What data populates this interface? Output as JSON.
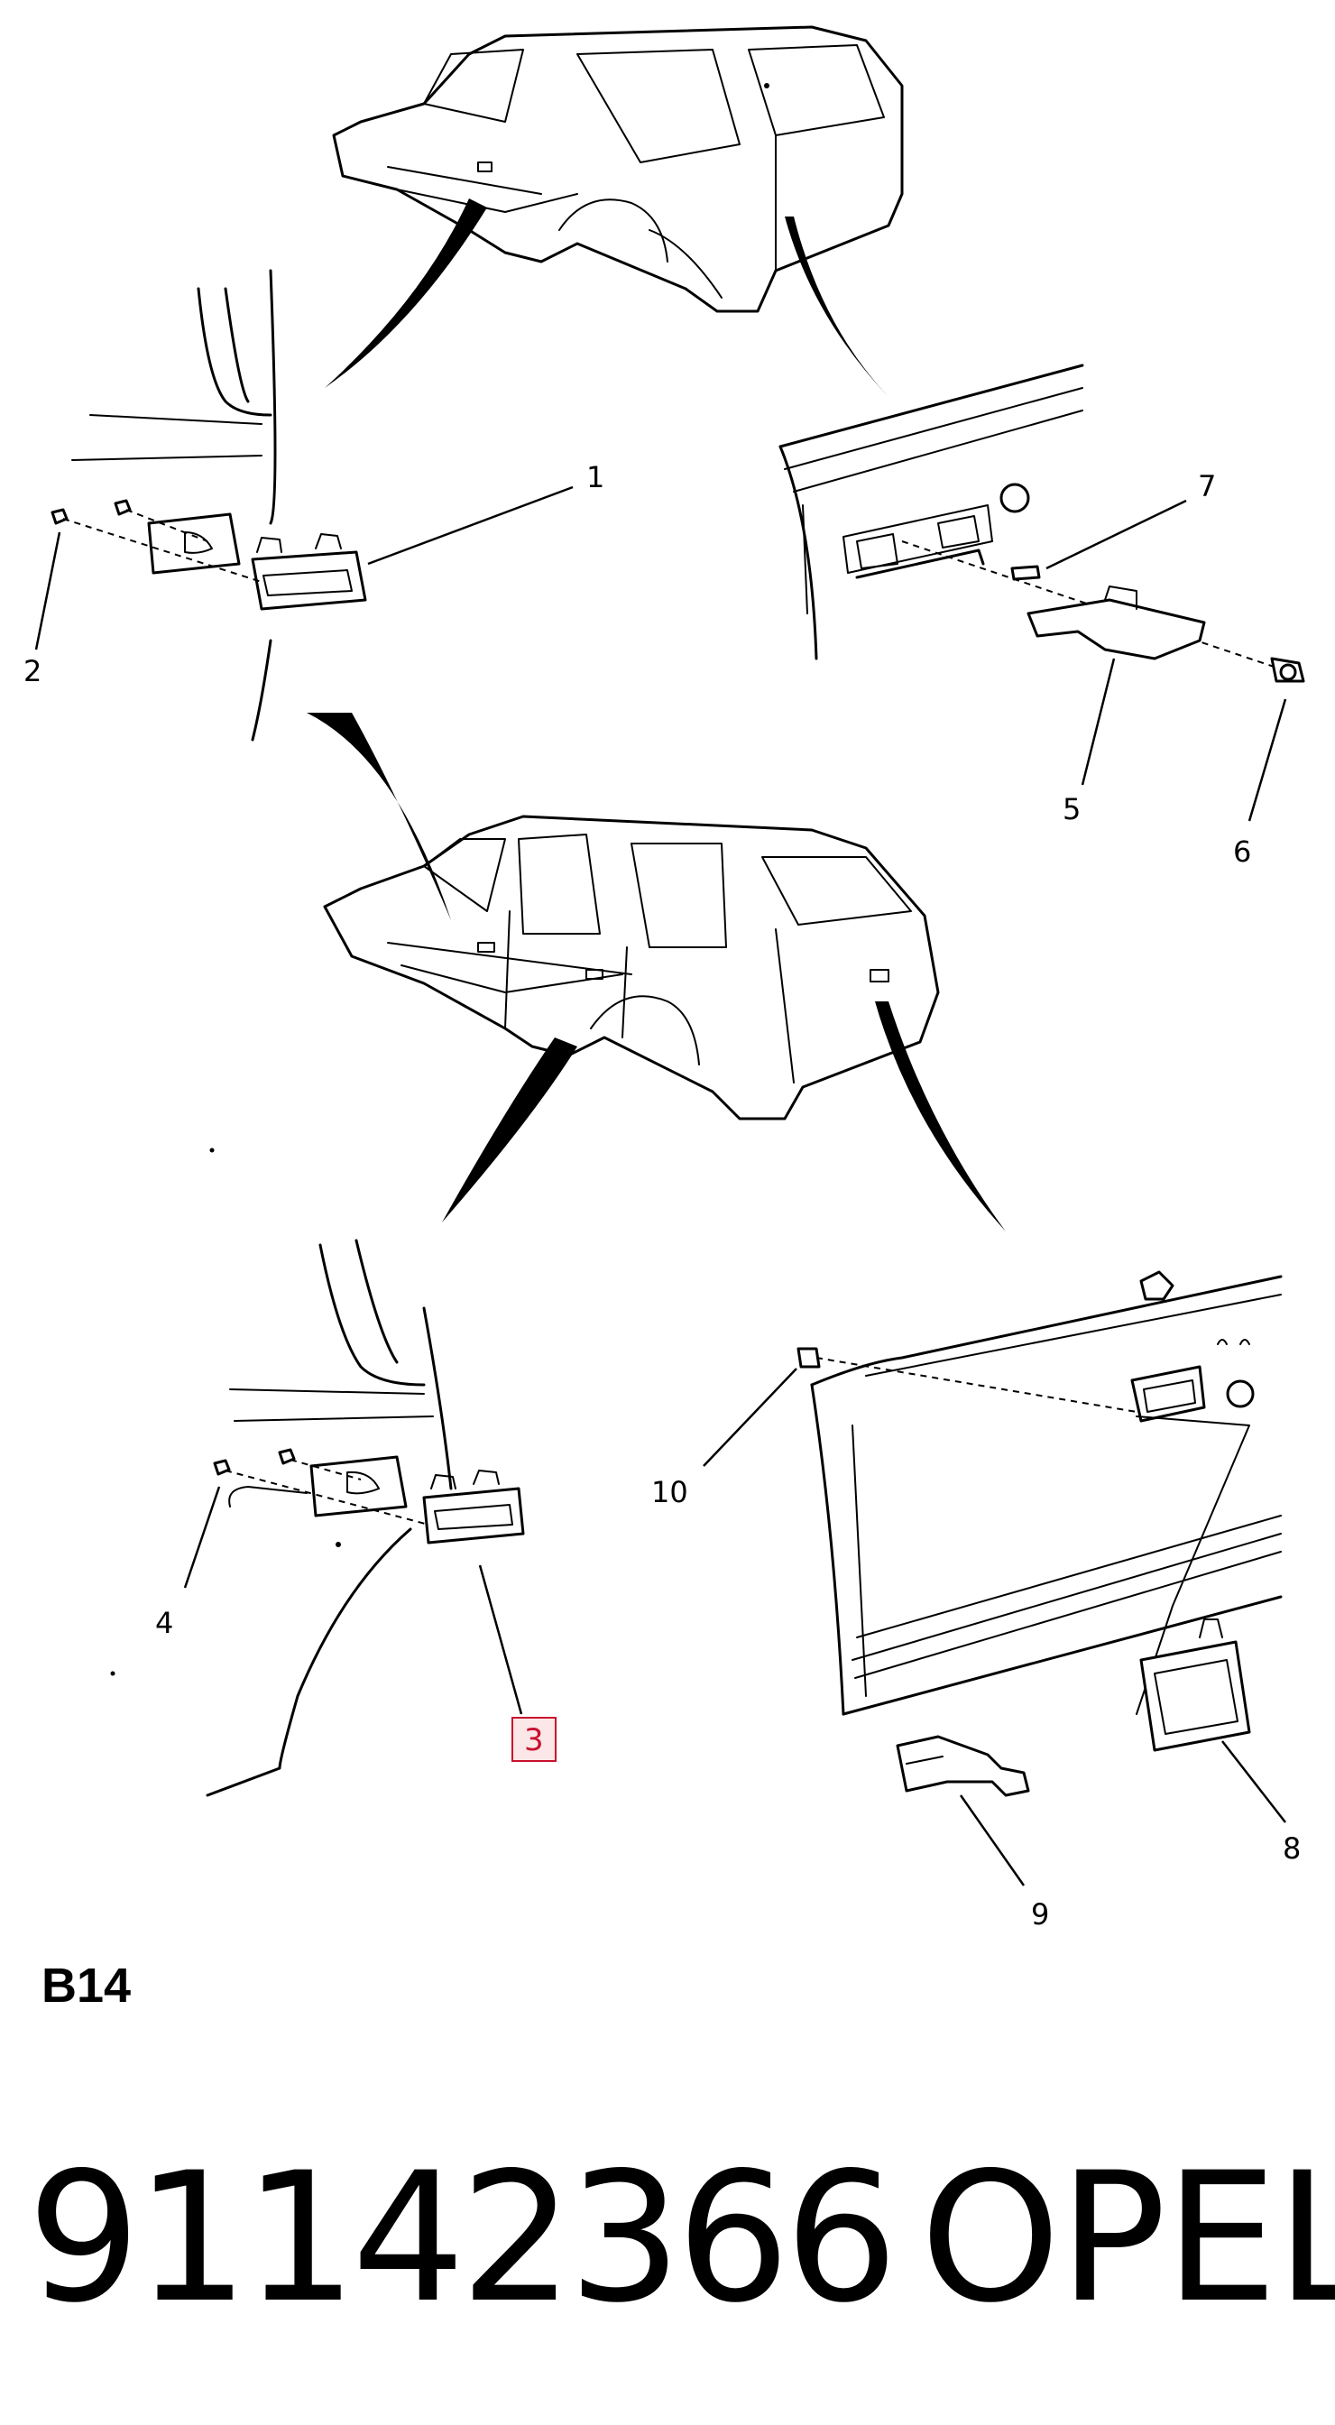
{
  "diagram": {
    "callouts": {
      "c1": "1",
      "c2": "2",
      "c3": "3",
      "c4": "4",
      "c5": "5",
      "c6": "6",
      "c7": "7",
      "c8": "8",
      "c9": "9",
      "c10": "10"
    },
    "highlighted_callout": "3",
    "highlight_color": "#c8102e"
  },
  "section_code": "B14",
  "part_number": "91142366",
  "brand": "OPEL"
}
